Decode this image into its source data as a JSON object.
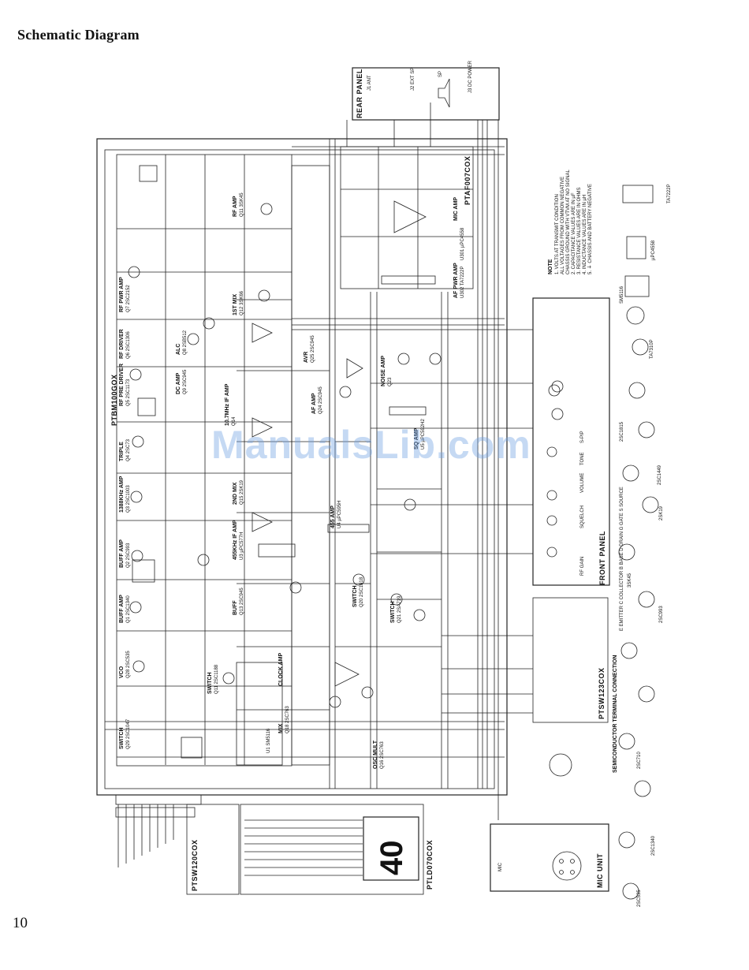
{
  "page": {
    "title": "Schematic Diagram",
    "page_number": "10",
    "watermark": "ManualsLib.com"
  },
  "blocks": {
    "rear_panel": "REAR PANEL",
    "front_panel": "FRONT PANEL",
    "mic_unit": "MIC UNIT",
    "ptbm": "PTBM100GOX",
    "ptaf": "PTAF007COX",
    "ptsw123": "PTSW123COX",
    "ptsw120": "PTSW120COX",
    "ptld": "PTLD070COX"
  },
  "display": {
    "digits": "40"
  },
  "stage_labels": [
    "RF PWR AMP",
    "Q7 2SC2152",
    "RF DRIVER",
    "Q6 2SC1306",
    "RF PRE DRIVER",
    "Q5 2SC1173",
    "TRIPLE",
    "Q4 2SC73",
    "1388KHz AMP",
    "Q3 2SC1003",
    "BUFF AMP",
    "Q2 2SC993",
    "BUFF AMP",
    "Q1 2SC1340",
    "VCO",
    "Q28 2SC535",
    "SWITCH",
    "Q29 2SC1047",
    "SWITCH",
    "Q11 2SC1188",
    "MIX",
    "Q18 2SC763",
    "CLOCK AMP",
    "OSC MULT",
    "Q16 2SC763",
    "U1 SM5116",
    "BUFF",
    "Q13 2SC945",
    "455KHz IF AMP",
    "U3 µPC577H",
    "2ND MIX",
    "Q15 2SK19",
    "10.7MHz IF AMP",
    "Q14",
    "1ST MIX",
    "Q12 3SK66",
    "RF AMP",
    "Q11 3SK45",
    "DC AMP",
    "Q9 2SC945",
    "ALC",
    "Q8 2SB512",
    "AVR",
    "Q25 2SC945",
    "NOISE AMP",
    "Q23",
    "AF AMP",
    "Q24 2SC945",
    "455 AMP",
    "U4 µPC595H",
    "SQ AMP",
    "U5 µPC592H2",
    "SWITCH",
    "Q21 2SA719",
    "SWITCH",
    "Q20 2SC1918",
    "AF PWR AMP",
    "U302 TA7222P",
    "MIC AMP",
    "U301 µPC4558"
  ],
  "front_panel_controls": [
    "RF GAIN",
    "SQUELCH",
    "VOLUME",
    "TONE",
    "S-PIP"
  ],
  "rear_panel_items": [
    "J1 ANT",
    "J2 EXT SP",
    "SP",
    "J3 DC POWER"
  ],
  "notes": {
    "heading": "NOTE",
    "lines": [
      "1. VOLTS AT TRANSMIT CONDITION",
      "   ALL VOLTAGES FROM COMMON NEGATIVE",
      "   CHASSIS GROUND WITH VTVM AT NO SIGNAL",
      "2. CAPACITANCE VALUES ARE IN µF",
      "3. RESISTANCE VALUES ARE IN OHMS",
      "4. INDUCTANCE VALUES ARE IN µH",
      "5. ⏚ CHASSIS AND BATTERY NEGATIVE"
    ]
  },
  "semiconductor": {
    "heading": "SEMICONDUCTOR TERMINAL CONNECTION",
    "legend": "E EMITTER  C COLLECTOR  B BASE  D DRAIN  G GATE  S SOURCE",
    "devices": [
      "TA7222P",
      "µPC4558",
      "SM5116",
      "TA7310P",
      "2SC1815",
      "2SC1449",
      "2SK19",
      "3SK45",
      "2SC993",
      "2SC710",
      "2SC1340",
      "2SC535"
    ]
  },
  "mic": {
    "label": "MIC"
  }
}
